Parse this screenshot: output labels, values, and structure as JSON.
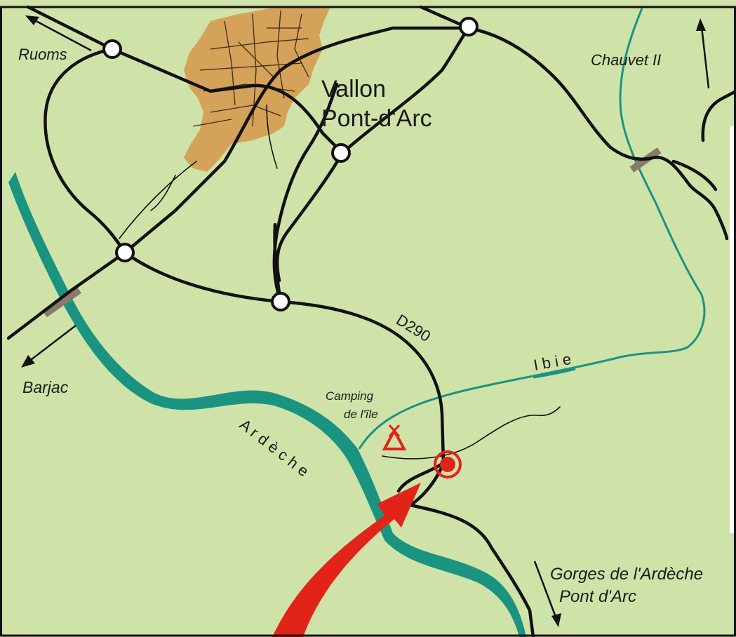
{
  "map": {
    "colors": {
      "land": "#cfe3a8",
      "town": "#d5a25a",
      "river": "#1a9480",
      "road": "#111111",
      "marker": "#e2231a",
      "bridge": "#8a7a6a",
      "border": "#111111"
    },
    "places": {
      "town_line1": "Vallon",
      "town_line2": "Pont-d'Arc",
      "ruoms": "Ruoms",
      "barjac": "Barjac",
      "chauvet": "Chauvet II",
      "gorges_line1": "Gorges de l'Ardèche",
      "gorges_line2": "Pont d'Arc"
    },
    "rivers": {
      "ardeche": "A r d è c h e",
      "ibie": "I b i e"
    },
    "roads": {
      "d290": "D290"
    },
    "pois": {
      "camping_line1": "Camping",
      "camping_line2": "de l'île"
    },
    "icons": {
      "camping": "tent-icon",
      "destination": "target-marker-icon",
      "approach": "red-arrow-icon"
    }
  }
}
